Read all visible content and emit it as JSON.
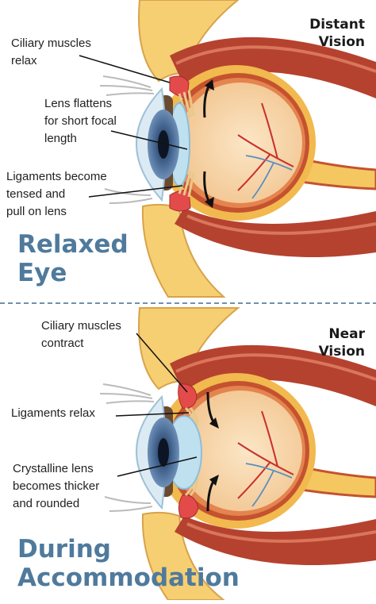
{
  "colors": {
    "muscle_dark": "#b5422f",
    "muscle_light": "#d9765c",
    "fat_yellow": "#f6cf73",
    "sclera_outer": "#f1b94e",
    "vitreous": "#f7d8ae",
    "retina": "#e4844f",
    "iris_blue": "#3c5c86",
    "cornea": "#dcebf3",
    "title_blue": "#4f7a9c",
    "divider": "#6f90ad"
  },
  "panels": [
    {
      "id": "relaxed",
      "vision_label": "Distant\nVision",
      "title": "Relaxed\nEye",
      "state": "relaxed",
      "callouts": [
        {
          "text": "Ciliary muscles\nrelax"
        },
        {
          "text": "Lens flattens\nfor short focal\nlength"
        },
        {
          "text": "Ligaments become\ntensed and\npull on lens"
        }
      ]
    },
    {
      "id": "accommodation",
      "vision_label": "Near\nVision",
      "title": "During\nAccommodation",
      "state": "accommodating",
      "callouts": [
        {
          "text": "Ciliary muscles\ncontract"
        },
        {
          "text": "Ligaments relax"
        },
        {
          "text": "Crystalline lens\nbecomes thicker\nand rounded"
        }
      ]
    }
  ]
}
